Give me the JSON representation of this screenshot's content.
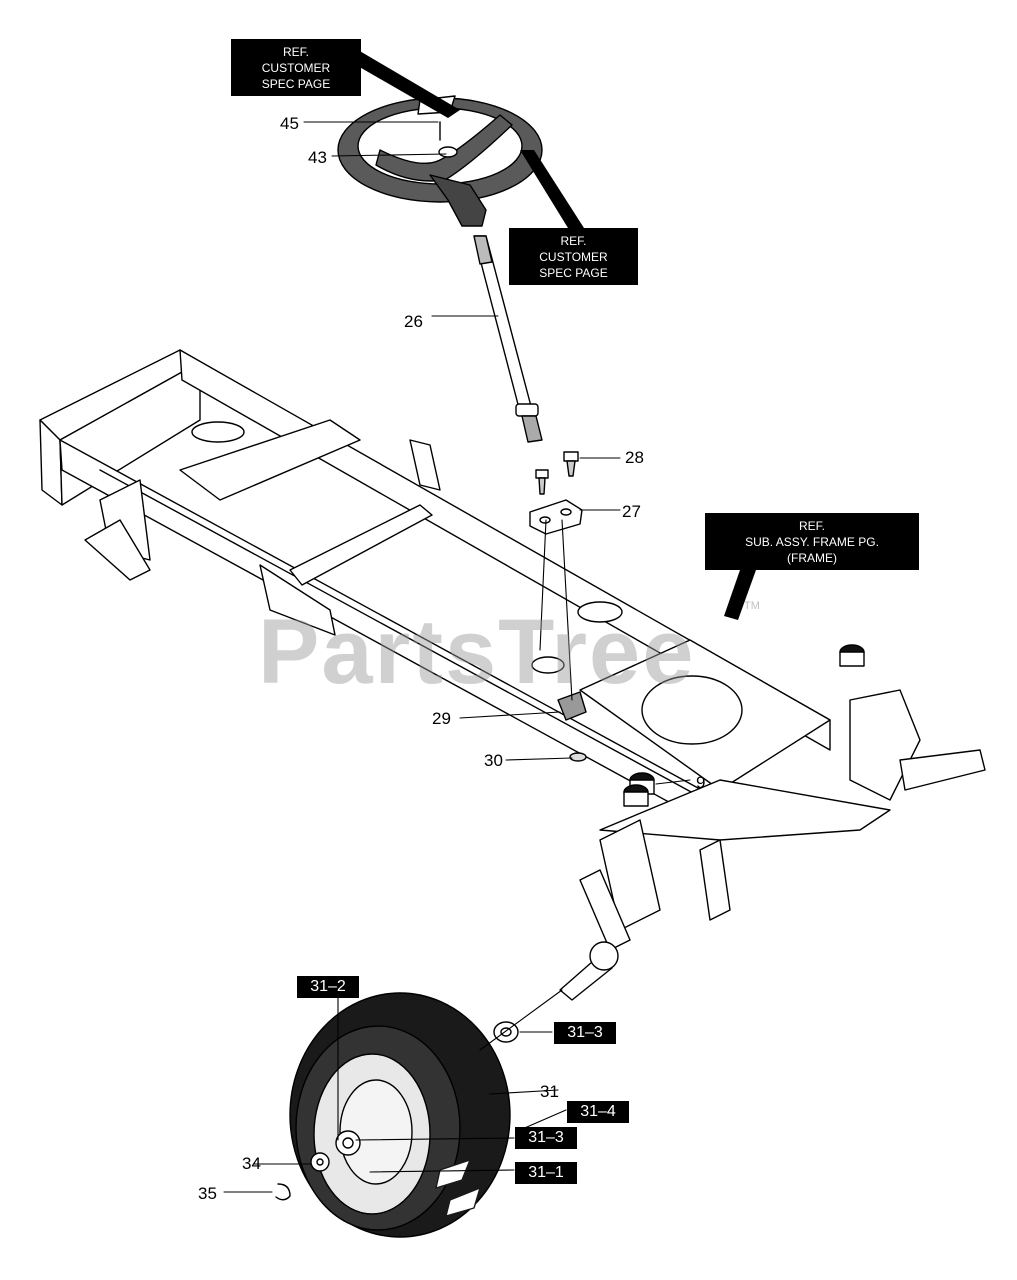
{
  "watermark": {
    "text": "PartsTree",
    "tm": "TM"
  },
  "ref_boxes": {
    "steering_wheel_left": {
      "lines": [
        "REF.",
        "CUSTOMER",
        "SPEC PAGE"
      ]
    },
    "steering_hub_right": {
      "lines": [
        "REF.",
        "CUSTOMER",
        "SPEC PAGE"
      ]
    },
    "frame": {
      "lines": [
        "REF.",
        "SUB. ASSY. FRAME PG.",
        "(FRAME)"
      ]
    }
  },
  "part_numbers": {
    "p45": "45",
    "p43": "43",
    "p26": "26",
    "p28": "28",
    "p27": "27",
    "p29": "29",
    "p30": "30",
    "p9": "9",
    "p31": "31",
    "p34": "34",
    "p35": "35"
  },
  "part_tags": {
    "t31_2": "31–2",
    "t31_3_upper": "31–3",
    "t31_4": "31–4",
    "t31_3_lower": "31–3",
    "t31_1": "31–1"
  }
}
